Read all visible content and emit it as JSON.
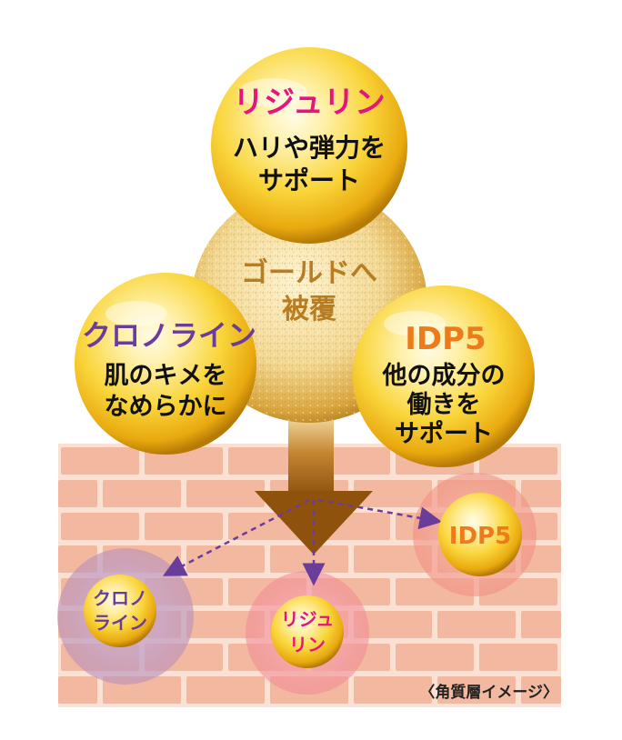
{
  "top_sphere": {
    "title": "リジュリン",
    "lines": [
      "ハリや弾力を",
      "サポート"
    ],
    "title_color": "#e4157f"
  },
  "center_sphere": {
    "lines": [
      "ゴールドへ",
      "被覆"
    ],
    "color": "#b87d22"
  },
  "left_sphere": {
    "title": "クロノライン",
    "lines": [
      "肌のキメを",
      "なめらかに"
    ],
    "title_color": "#6a3d9a"
  },
  "right_sphere": {
    "title": "IDP5",
    "lines": [
      "他の成分の",
      "働きを",
      "サポート"
    ],
    "title_color": "#ee7a1c"
  },
  "skin_ingredients": {
    "left": [
      "クロノ",
      "ライン"
    ],
    "center": [
      "リジュ",
      "リン"
    ],
    "right": [
      "IDP5"
    ],
    "left_color": "#6a3d9a",
    "center_color": "#e4157f",
    "right_color": "#ee7a1c"
  },
  "caption": "〈角質層イメージ〉",
  "colors": {
    "gold": "#f6d23c",
    "skin_brick": "#f3b9a0",
    "skin_mortar": "#fbe1d4",
    "arrow": "#9e5a10",
    "dashed_arrow": "#6a3d9a"
  }
}
